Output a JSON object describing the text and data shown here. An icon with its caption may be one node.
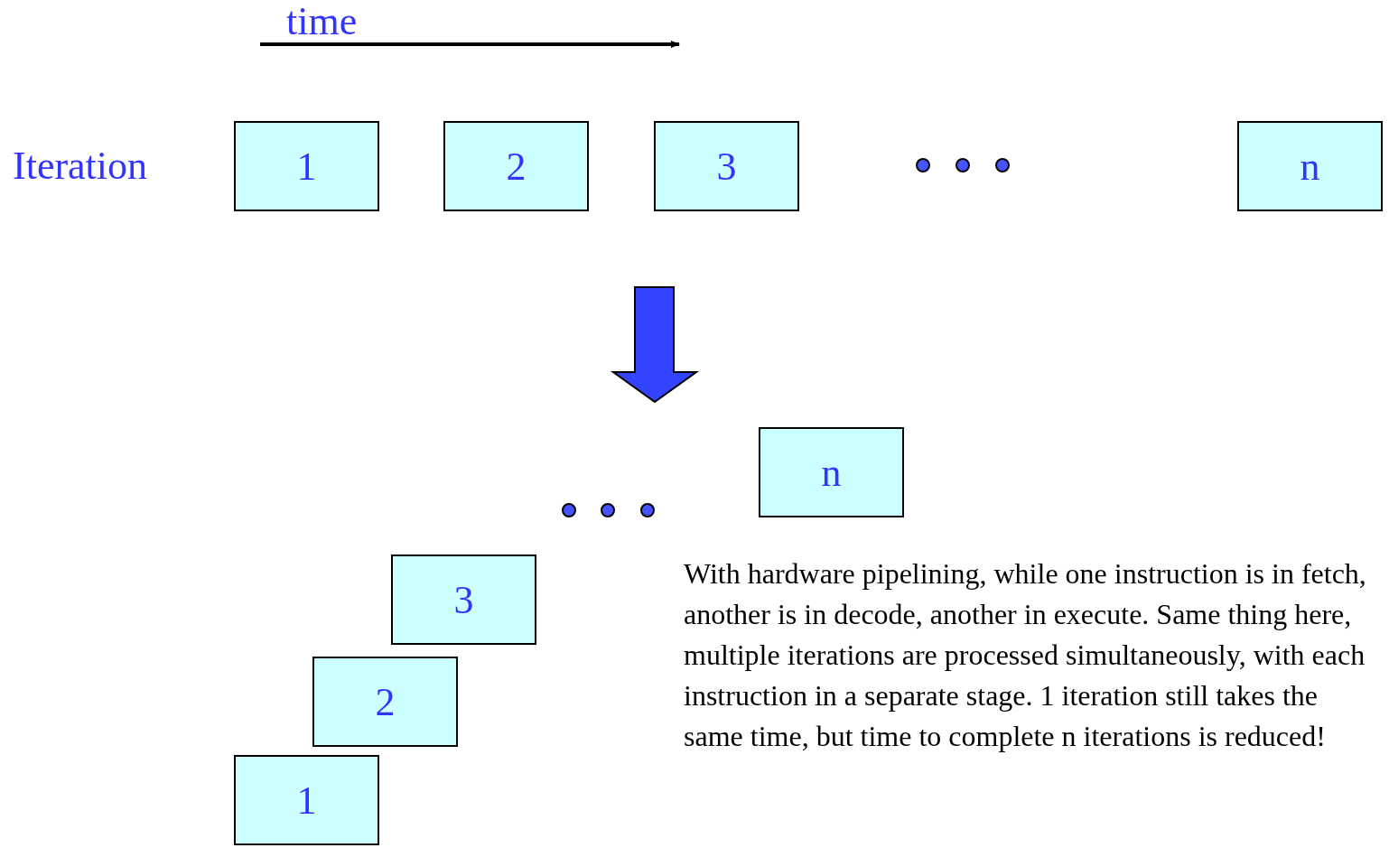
{
  "diagram": {
    "nodes": [
      {
        "text": [
          "1"
        ]
      },
      {
        "text": [
          "2"
        ]
      },
      {
        "text": [
          "3"
        ]
      },
      {
        "text": [
          "n"
        ]
      },
      {
        "text": [
          "n"
        ]
      },
      {
        "text": [
          "3"
        ]
      },
      {
        "text": [
          "2"
        ]
      },
      {
        "text": [
          "1"
        ]
      }
    ],
    "labels": [
      "time",
      "Iteration",
      "With hardware pipelining, while one instruction is in fetch, another is in decode, another in execute.  Same thing here, multiple iterations are processed simultaneously, with each instruction in a separate stage.  1 iteration still takes the same time, but time to complete n iterations is reduced!"
    ]
  }
}
